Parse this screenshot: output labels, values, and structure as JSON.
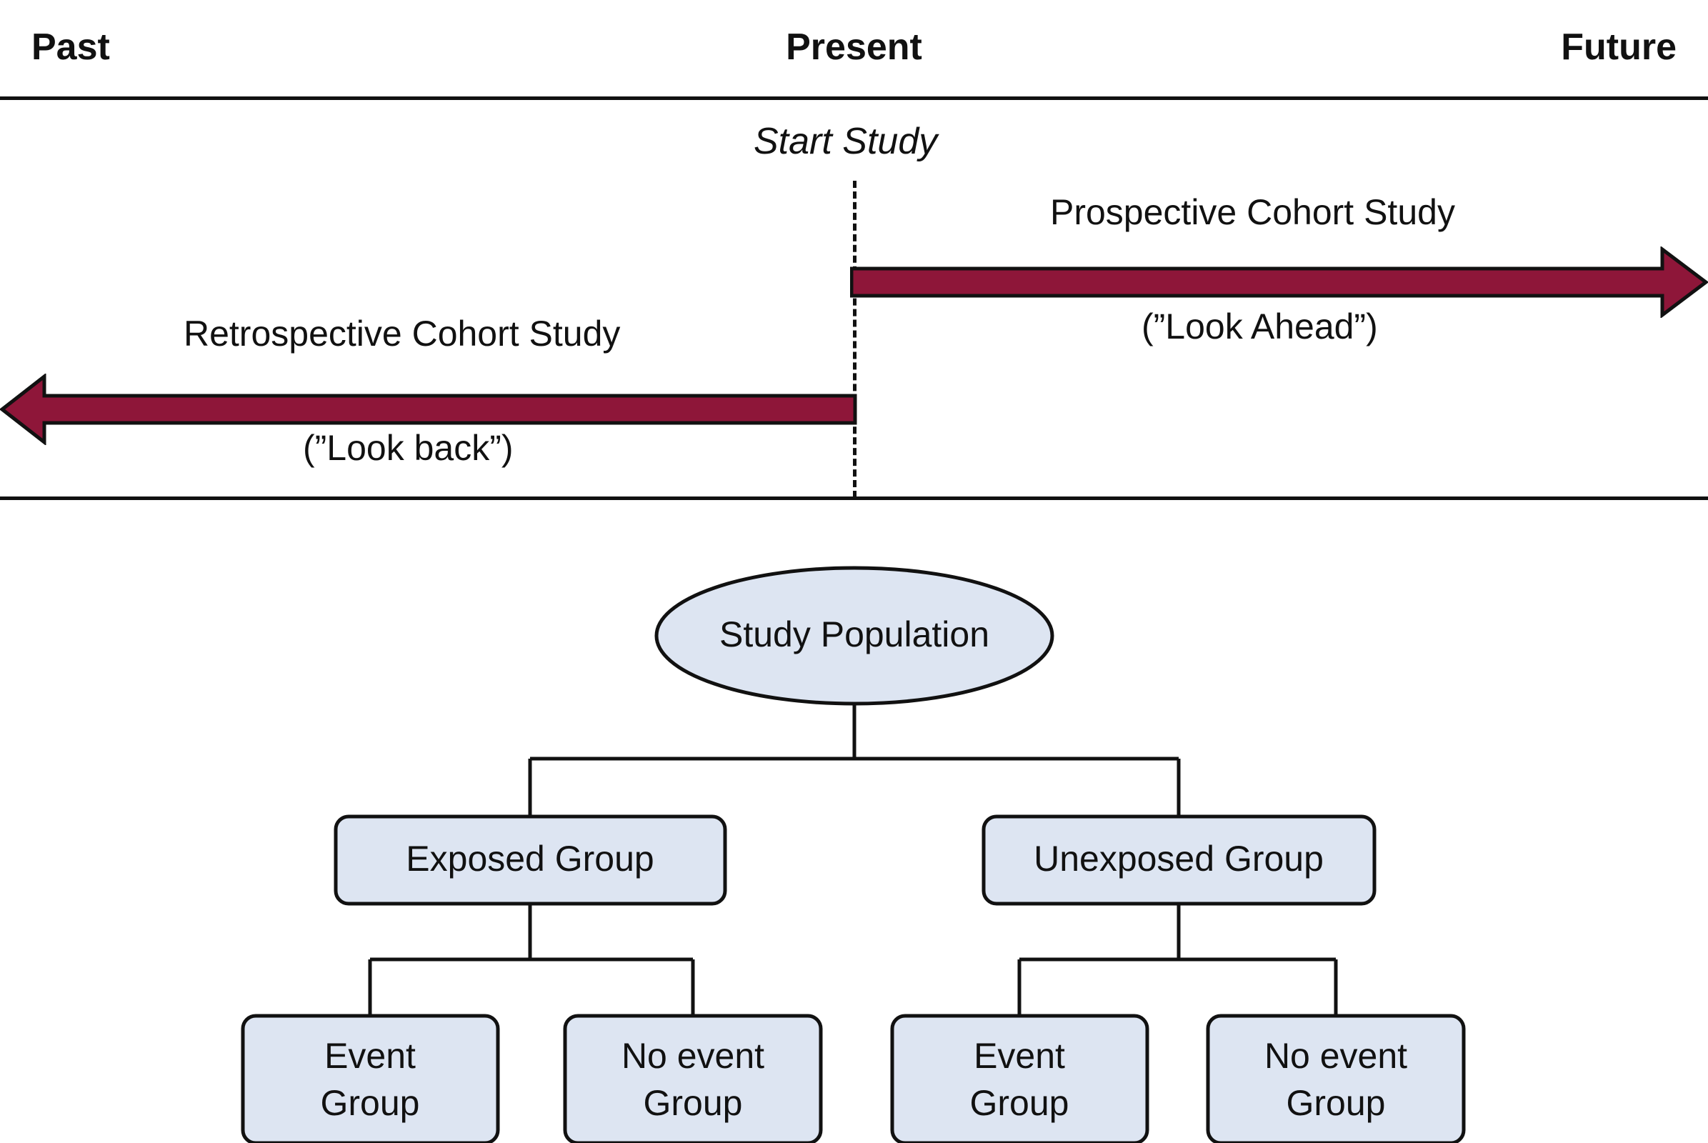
{
  "timeline": {
    "eras": {
      "past": "Past",
      "present": "Present",
      "future": "Future"
    },
    "marker_label": "Start Study",
    "arrows": [
      {
        "id": "prospective",
        "title": "Prospective Cohort Study",
        "subtitle": "(”Look Ahead”)",
        "direction": "right",
        "color": "#8e1639"
      },
      {
        "id": "retrospective",
        "title": "Retrospective Cohort Study",
        "subtitle": "(”Look back”)",
        "direction": "left",
        "color": "#8e1639"
      }
    ]
  },
  "flowchart": {
    "root": {
      "label": "Study Population",
      "shape": "ellipse"
    },
    "level1": [
      {
        "label": "Exposed Group",
        "shape": "rounded-rect"
      },
      {
        "label": "Unexposed Group",
        "shape": "rounded-rect"
      }
    ],
    "level2": [
      {
        "line1": "Event",
        "line2": "Group",
        "shape": "rounded-rect"
      },
      {
        "line1": "No event",
        "line2": "Group",
        "shape": "rounded-rect"
      },
      {
        "line1": "Event",
        "line2": "Group",
        "shape": "rounded-rect"
      },
      {
        "line1": "No event",
        "line2": "Group",
        "shape": "rounded-rect"
      }
    ],
    "node_fill": "#dde5f2",
    "node_stroke": "#111111"
  }
}
